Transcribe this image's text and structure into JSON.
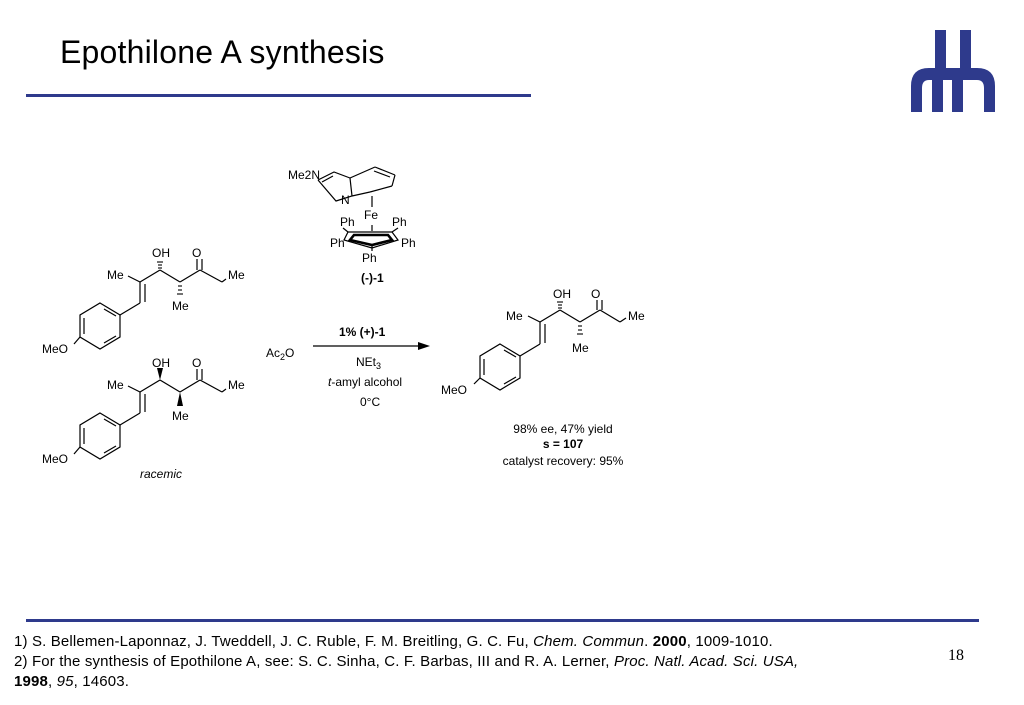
{
  "slide": {
    "title": "Epothilone A synthesis",
    "page_number": "18",
    "accent_color": "#2e3a8c",
    "logo_icon": "university-logo-icon"
  },
  "scheme": {
    "catalyst": {
      "me2n": "Me2N",
      "n": "N",
      "fe": "Fe",
      "ph": "Ph",
      "label": "(-)-1"
    },
    "substrate": {
      "oh": "OH",
      "o": "O",
      "me": "Me",
      "meo": "MeO",
      "racemic_label": "racemic"
    },
    "reagents": {
      "acylating_agent": "Ac2O",
      "catalyst_loading": "1% (+)-1",
      "base": "NEt3",
      "solvent_prefix": "t",
      "solvent_rest": "-amyl alcohol",
      "temperature": "0°C"
    },
    "product": {
      "oh": "OH",
      "o": "O",
      "me": "Me",
      "meo": "MeO"
    },
    "results": {
      "ee_yield": "98% ee, 47% yield",
      "selectivity": "s = 107",
      "recovery": "catalyst recovery: 95%"
    }
  },
  "references": [
    {
      "prefix": "1) S. Bellemen-Laponnaz, J. Tweddell, J. C. Ruble, F. M. Breitling, G. C. Fu, ",
      "journal": "Chem. Commun",
      "mid": ". ",
      "year": "2000",
      "suffix": ", 1009-1010."
    },
    {
      "prefix": "2) For the synthesis of Epothilone A, see: S. C. Sinha, C. F. Barbas, III and R. A. Lerner, ",
      "journal": "Proc. Natl. Acad. Sci. USA,",
      "year": "1998",
      "mid": ", ",
      "volume": "95",
      "suffix": ", 14603."
    }
  ]
}
